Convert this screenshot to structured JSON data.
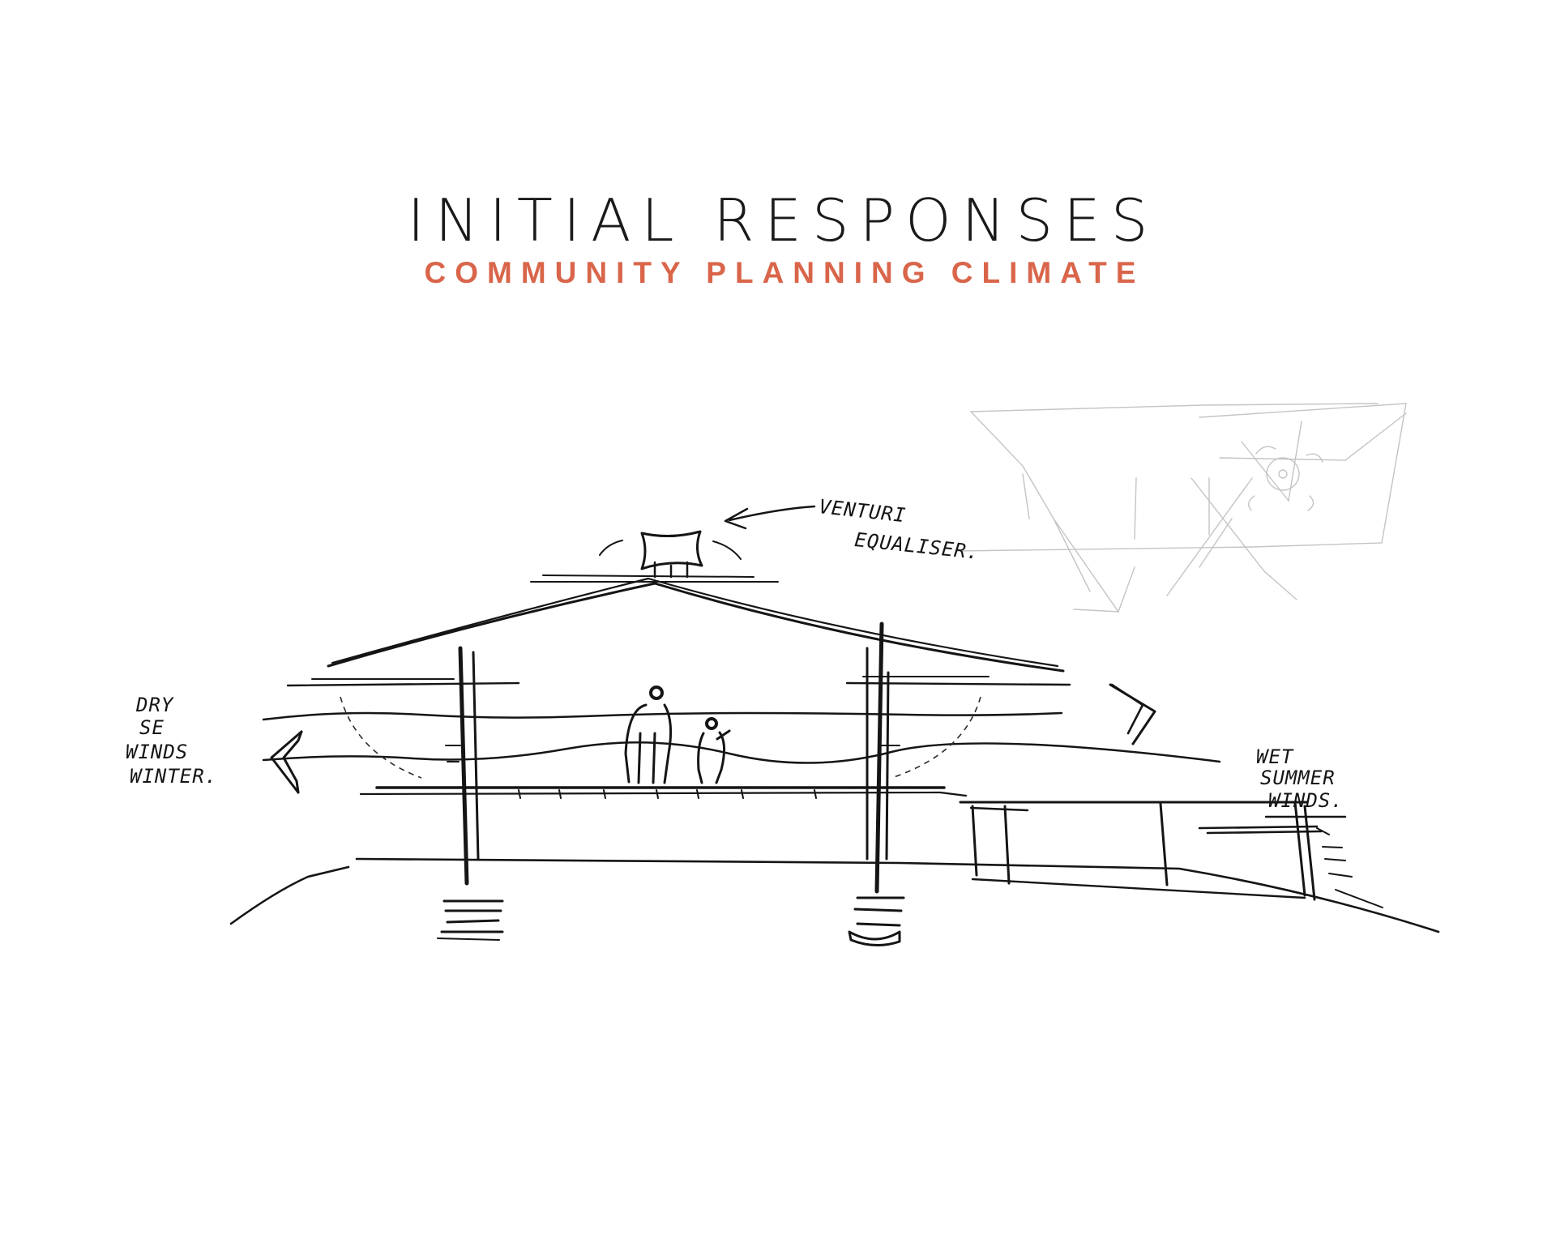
{
  "header": {
    "title": "INITIAL RESPONSES",
    "subtitle": "COMMUNITY PLANNING CLIMATE"
  },
  "colors": {
    "subtitle_accent": "#d9654a",
    "ink": "#151515",
    "pencil": "#c4c4c4"
  },
  "annotations": {
    "venturi_line1": "VENTURI",
    "venturi_line2": "EQUALISER.",
    "dry_line1": "DRY",
    "dry_line2": "SE",
    "dry_line3": "WINDS",
    "dry_line4": "WINTER.",
    "wet_line1": "WET",
    "wet_line2": "SUMMER",
    "wet_line3": "WINDS."
  }
}
